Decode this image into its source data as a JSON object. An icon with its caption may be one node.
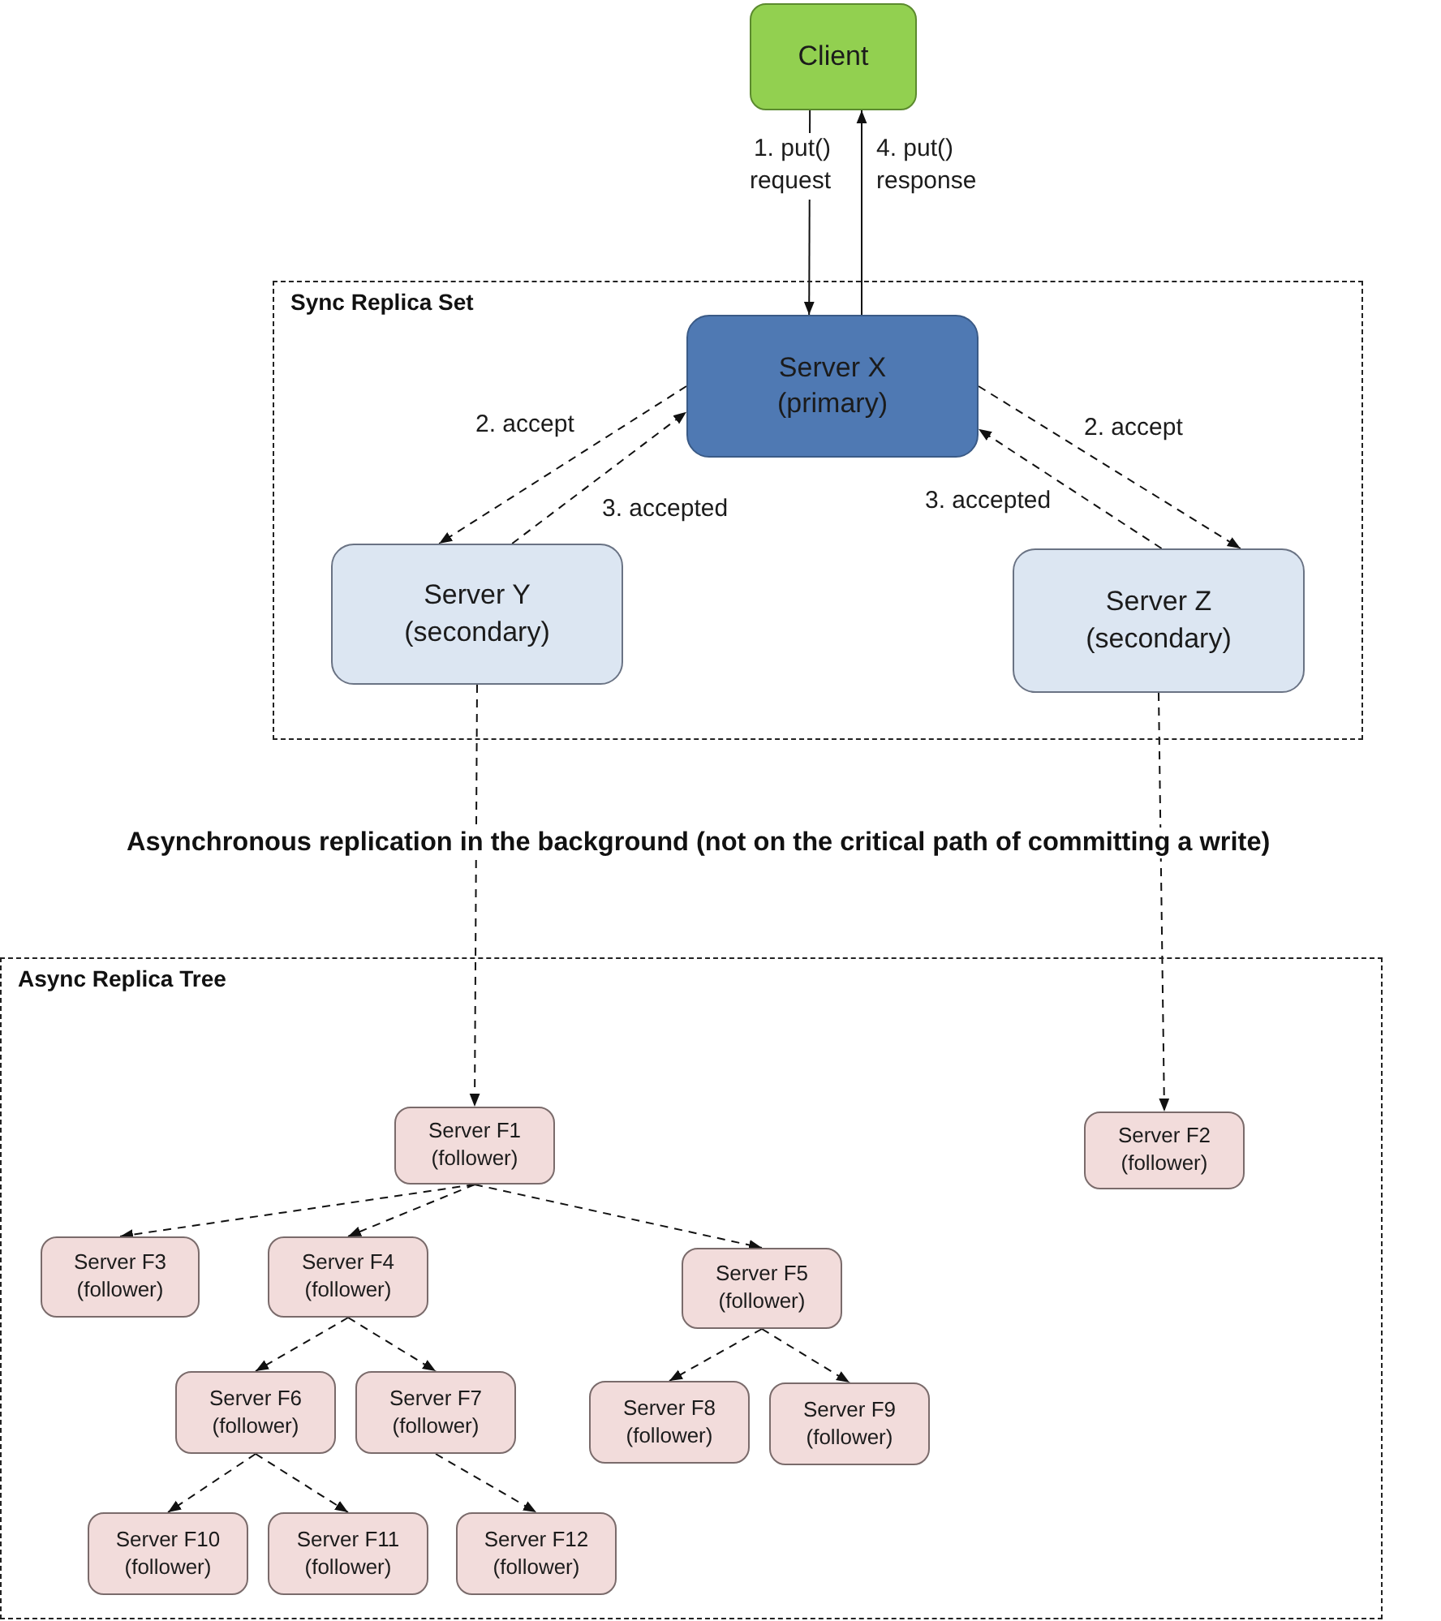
{
  "diagram": {
    "nodes": [
      {
        "text": [
          "Client"
        ]
      },
      {
        "text": [
          "Sync Replica Set"
        ]
      },
      {
        "text": [
          "Server X (primary)"
        ],
        "in": 1
      },
      {
        "text": [
          "Server Y (secondary)"
        ],
        "in": 1
      },
      {
        "text": [
          "Server Z (secondary)"
        ],
        "in": 1
      },
      {
        "text": [
          "Async Replica Tree"
        ]
      },
      {
        "text": [
          "Server F1 (follower)"
        ],
        "in": 5
      },
      {
        "text": [
          "Server F2 (follower)"
        ],
        "in": 5
      },
      {
        "text": [
          "Server F3 (follower)"
        ],
        "in": 5
      },
      {
        "text": [
          "Server F4 (follower)"
        ],
        "in": 5
      },
      {
        "text": [
          "Server F5 (follower)"
        ],
        "in": 5
      },
      {
        "text": [
          "Server F6 (follower)"
        ],
        "in": 5
      },
      {
        "text": [
          "Server F7 (follower)"
        ],
        "in": 5
      },
      {
        "text": [
          "Server F8 (follower)"
        ],
        "in": 5
      },
      {
        "text": [
          "Server F9 (follower)"
        ],
        "in": 5
      },
      {
        "text": [
          "Server F10 (follower)"
        ],
        "in": 5
      },
      {
        "text": [
          "Server F11 (follower)"
        ],
        "in": 5
      },
      {
        "text": [
          "Server F12 (follower)"
        ],
        "in": 5
      }
    ],
    "edges": [
      {
        "from": 0,
        "to": 2,
        "arrow": "to",
        "label": "1. put() request"
      },
      {
        "from": 2,
        "to": 0,
        "arrow": "to",
        "label": "4. put() response"
      },
      {
        "from": 2,
        "to": 3,
        "arrow": "to",
        "label": "2. accept",
        "style": "dashed"
      },
      {
        "from": 3,
        "to": 2,
        "arrow": "to",
        "label": "3. accepted",
        "style": "dashed"
      },
      {
        "from": 2,
        "to": 4,
        "arrow": "to",
        "label": "2. accept",
        "style": "dashed"
      },
      {
        "from": 4,
        "to": 2,
        "arrow": "to",
        "label": "3. accepted",
        "style": "dashed"
      },
      {
        "from": 3,
        "to": 6,
        "arrow": "to",
        "style": "dashed"
      },
      {
        "from": 4,
        "to": 7,
        "arrow": "to",
        "style": "dashed"
      },
      {
        "from": 6,
        "to": 8,
        "arrow": "to",
        "style": "dashed"
      },
      {
        "from": 6,
        "to": 9,
        "arrow": "to",
        "style": "dashed"
      },
      {
        "from": 6,
        "to": 10,
        "arrow": "to",
        "style": "dashed"
      },
      {
        "from": 9,
        "to": 11,
        "arrow": "to",
        "style": "dashed"
      },
      {
        "from": 9,
        "to": 12,
        "arrow": "to",
        "style": "dashed"
      },
      {
        "from": 10,
        "to": 13,
        "arrow": "to",
        "style": "dashed"
      },
      {
        "from": 10,
        "to": 14,
        "arrow": "to",
        "style": "dashed"
      },
      {
        "from": 11,
        "to": 15,
        "arrow": "to",
        "style": "dashed"
      },
      {
        "from": 11,
        "to": 16,
        "arrow": "to",
        "style": "dashed"
      },
      {
        "from": 12,
        "to": 17,
        "arrow": "to",
        "style": "dashed"
      }
    ],
    "labels": [
      "Asynchronous replication in the background (not on the critical path of committing a write)"
    ]
  }
}
